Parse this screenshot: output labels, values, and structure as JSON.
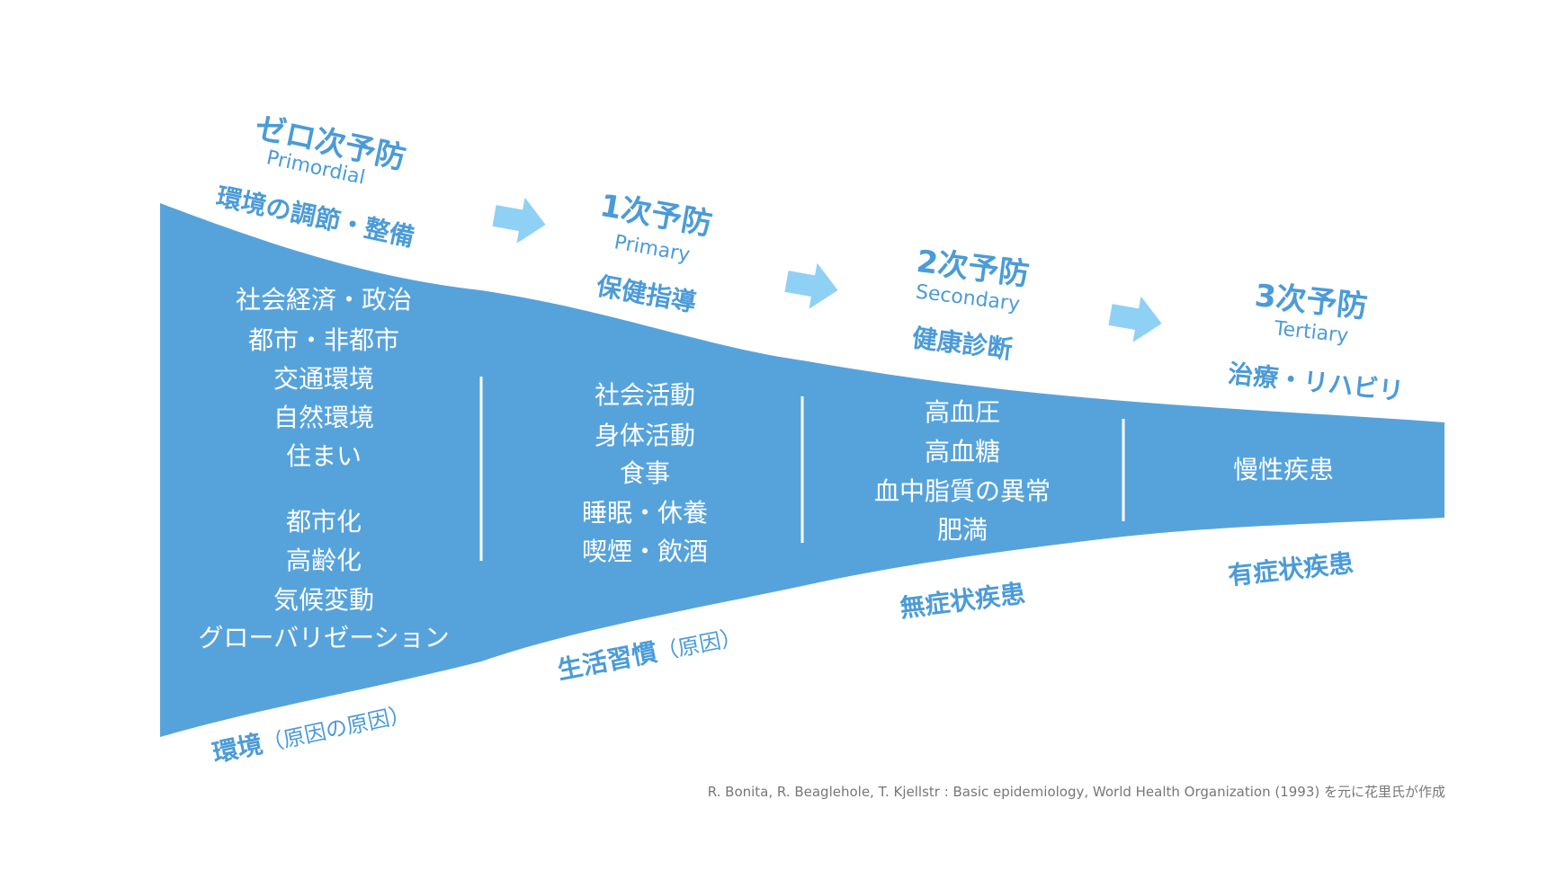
{
  "colors": {
    "funnel": "#56a3dc",
    "heading": "#4b9bd8",
    "arrow": "#8fd0f5",
    "citation": "#777777"
  },
  "stages": [
    {
      "title": "ゼロ次予防",
      "english": "Primordial",
      "action": "環境の調節・整備",
      "items": [
        "社会経済・政治",
        "都市・非都市",
        "交通環境",
        "自然環境",
        "住まい",
        "都市化",
        "高齢化",
        "気候変動",
        "グローバリゼーション"
      ],
      "bottom_bold": "環境",
      "bottom_paren": "（原因の原因）"
    },
    {
      "title": "1次予防",
      "english": "Primary",
      "action": "保健指導",
      "items": [
        "社会活動",
        "身体活動",
        "食事",
        "睡眠・休養",
        "喫煙・飲酒"
      ],
      "bottom_bold": "生活習慣",
      "bottom_paren": "（原因）"
    },
    {
      "title": "2次予防",
      "english": "Secondary",
      "action": "健康診断",
      "items": [
        "高血圧",
        "高血糖",
        "血中脂質の異常",
        "肥満"
      ],
      "bottom_bold": "無症状疾患"
    },
    {
      "title": "3次予防",
      "english": "Tertiary",
      "action": "治療・リハビリ",
      "items": [
        "慢性疾患"
      ],
      "bottom_bold": "有症状疾患"
    }
  ],
  "citation": "R. Bonita, R. Beaglehole, T. Kjellstr : Basic epidemiology, World Health Organization (1993) を元に花里氏が作成"
}
